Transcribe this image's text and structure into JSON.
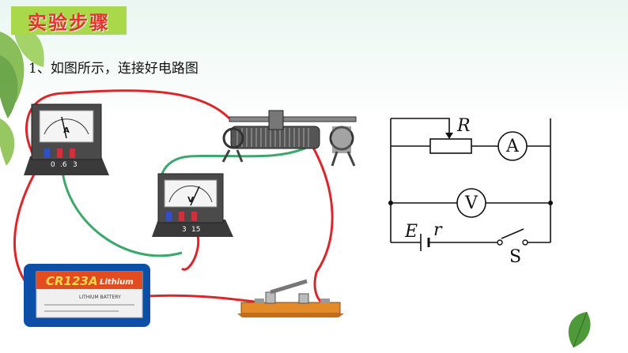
{
  "header": {
    "title": "实验步骤"
  },
  "instruction": {
    "step1": "1、如图所示，连接好电路图"
  },
  "apparatus": {
    "ammeter_letter": "A",
    "ammeter_terminals": [
      "0",
      ".6",
      "3"
    ],
    "voltmeter_letter": "V",
    "voltmeter_terminals": [
      "3",
      "15"
    ],
    "battery_model": "CR123A",
    "battery_brand": "Lithium",
    "battery_sub": "LITHIUM BATTERY"
  },
  "schematic": {
    "resistor_label": "R",
    "ammeter_symbol": "A",
    "voltmeter_symbol": "V",
    "emf_label": "E",
    "internal_resistance_label": "r",
    "switch_label": "S"
  },
  "colors": {
    "wire_red": "#e0252a",
    "wire_green": "#3aa86a",
    "title_bg": "#a9d94a",
    "title_text": "#e8312c"
  }
}
